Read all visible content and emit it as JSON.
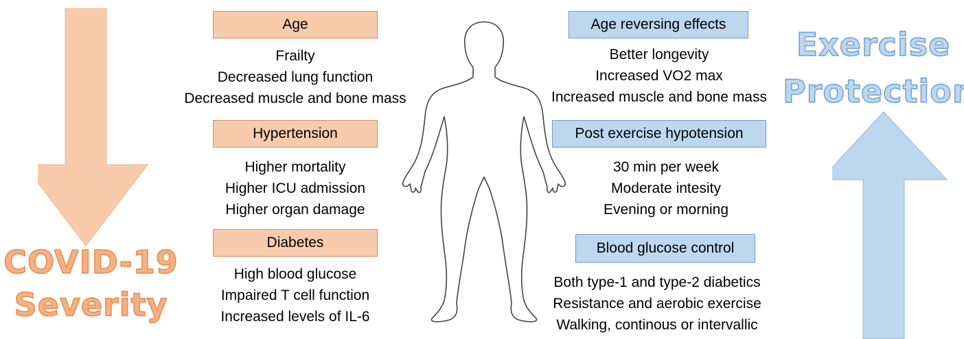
{
  "left_title": {
    "line1": "COVID-19",
    "line2": "Severity"
  },
  "right_title": {
    "line1": "Exercise",
    "line2": "Protection"
  },
  "risk_factors": [
    {
      "label": "Age",
      "items": [
        "Frailty",
        "Decreased lung function",
        "Decreased muscle and bone mass"
      ]
    },
    {
      "label": "Hypertension",
      "items": [
        "Higher mortality",
        "Higher ICU admission",
        "Higher organ damage"
      ]
    },
    {
      "label": "Diabetes",
      "items": [
        "High blood glucose",
        "Impaired T cell function",
        "Increased levels of IL-6"
      ]
    }
  ],
  "exercise_effects": [
    {
      "label": "Age reversing effects",
      "items": [
        "Better longevity",
        "Increased VO2 max",
        "Increased muscle and bone mass"
      ]
    },
    {
      "label": "Post exercise hypotension",
      "items": [
        "30 min per week",
        "Moderate intesity",
        "Evening or morning"
      ]
    },
    {
      "label": "Blood glucose control",
      "items": [
        "Both type-1 and type-2 diabetics",
        "Resistance and aerobic exercise",
        "Walking, continous or intervallic"
      ]
    }
  ],
  "icons": {
    "severity_arrow": "down-arrow-icon",
    "protection_arrow": "up-arrow-icon",
    "body": "human-body-outline-icon"
  },
  "colors": {
    "risk_fill": "#f8cbad",
    "risk_arrow": "#f8cbad",
    "protection_fill": "#bdd7ee",
    "protection_arrow": "#bdd7ee"
  }
}
